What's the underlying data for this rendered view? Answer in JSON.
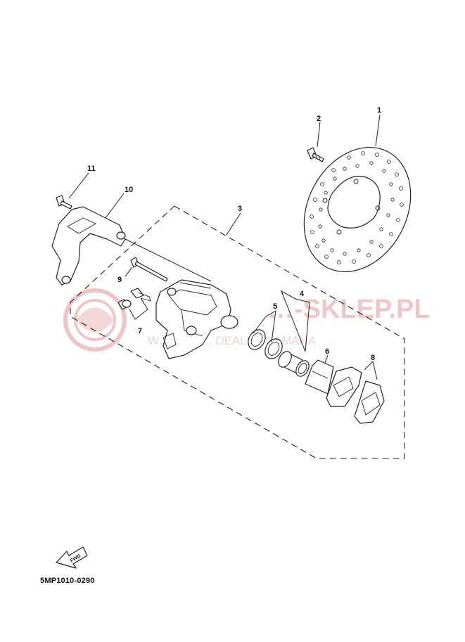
{
  "diagram": {
    "parts": [
      {
        "ref": "1"
      },
      {
        "ref": "2"
      },
      {
        "ref": "3"
      },
      {
        "ref": "4"
      },
      {
        "ref": "5"
      },
      {
        "ref": "6"
      },
      {
        "ref": "7"
      },
      {
        "ref": "8"
      },
      {
        "ref": "9"
      },
      {
        "ref": "10"
      },
      {
        "ref": "11"
      }
    ],
    "fwd_label": "FWD",
    "drawing_code": "5MP1010-0290"
  },
  "watermark": {
    "main": "…-SKLEP.PL",
    "sub": "W…HOW… DEALER YAMAHA",
    "color": "#e9b6b6"
  }
}
